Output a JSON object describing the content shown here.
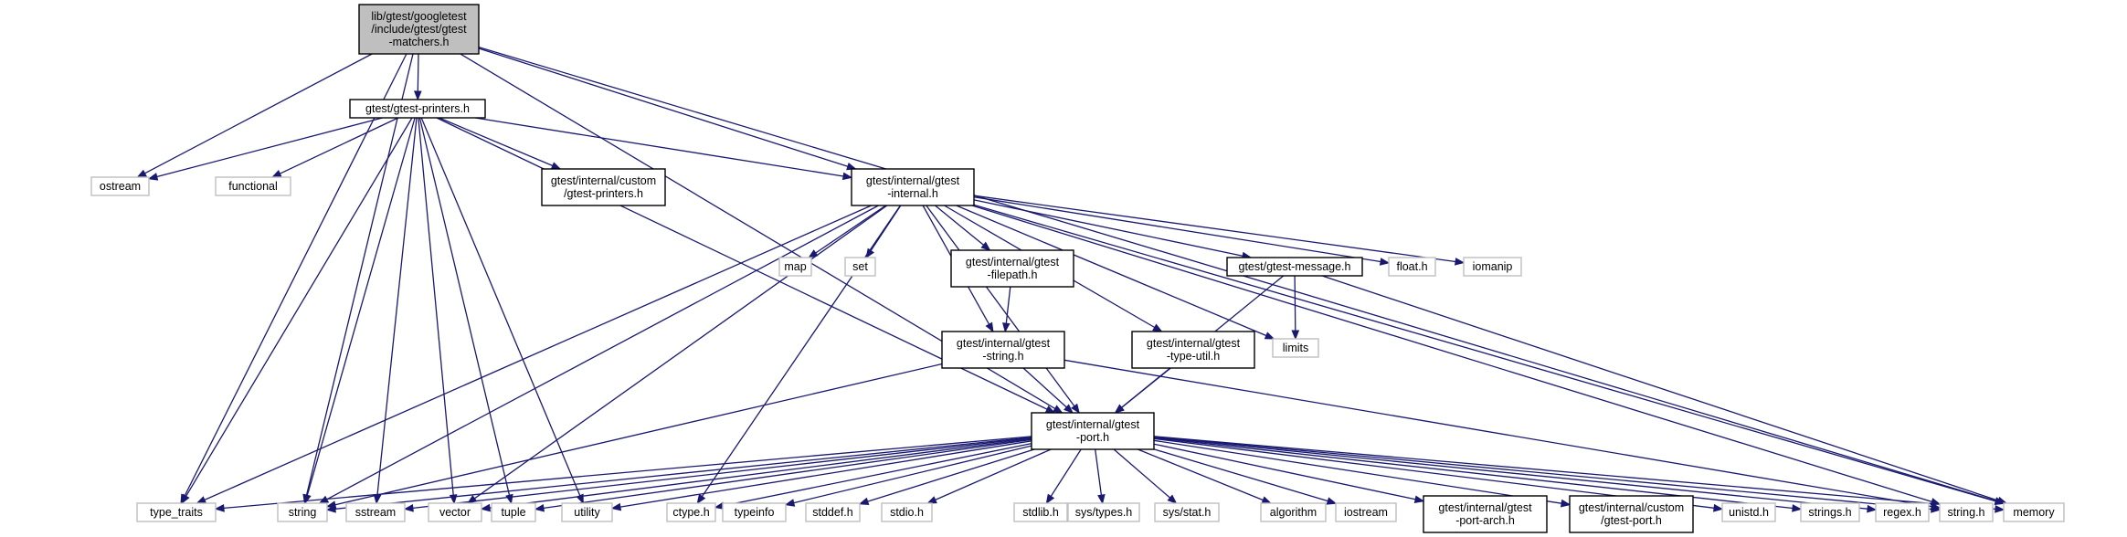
{
  "colors": {
    "edge": "#191970",
    "root_fill": "#bfbfbf",
    "root_border": "#000000",
    "documented_border": "#000000",
    "system_border": "#bfbfbf",
    "system_text": "#7f7f7f",
    "node_fill": "#ffffff"
  },
  "nodes": [
    {
      "id": "root",
      "kind": "root",
      "lines": [
        "lib/gtest/googletest",
        "/include/gtest/gtest",
        "-matchers.h"
      ]
    },
    {
      "id": "printers",
      "kind": "documented",
      "lines": [
        "gtest/gtest-printers.h"
      ]
    },
    {
      "id": "internal",
      "kind": "documented",
      "lines": [
        "gtest/internal/gtest",
        "-internal.h"
      ]
    },
    {
      "id": "cprinters",
      "kind": "documented",
      "lines": [
        "gtest/internal/custom",
        "/gtest-printers.h"
      ]
    },
    {
      "id": "ostream",
      "kind": "system",
      "lines": [
        "ostream"
      ]
    },
    {
      "id": "functional",
      "kind": "system",
      "lines": [
        "functional"
      ]
    },
    {
      "id": "map",
      "kind": "system",
      "lines": [
        "map"
      ]
    },
    {
      "id": "set",
      "kind": "system",
      "lines": [
        "set"
      ]
    },
    {
      "id": "filepath",
      "kind": "documented",
      "lines": [
        "gtest/internal/gtest",
        "-filepath.h"
      ]
    },
    {
      "id": "message",
      "kind": "documented",
      "lines": [
        "gtest/gtest-message.h"
      ]
    },
    {
      "id": "float",
      "kind": "system",
      "lines": [
        "float.h"
      ]
    },
    {
      "id": "iomanip",
      "kind": "system",
      "lines": [
        "iomanip"
      ]
    },
    {
      "id": "istring",
      "kind": "documented",
      "lines": [
        "gtest/internal/gtest",
        "-string.h"
      ]
    },
    {
      "id": "typeutil",
      "kind": "documented",
      "lines": [
        "gtest/internal/gtest",
        "-type-util.h"
      ]
    },
    {
      "id": "limits",
      "kind": "system",
      "lines": [
        "limits"
      ]
    },
    {
      "id": "port",
      "kind": "documented",
      "lines": [
        "gtest/internal/gtest",
        "-port.h"
      ]
    },
    {
      "id": "type_traits",
      "kind": "system",
      "lines": [
        "type_traits"
      ]
    },
    {
      "id": "string",
      "kind": "system",
      "lines": [
        "string"
      ]
    },
    {
      "id": "sstream",
      "kind": "system",
      "lines": [
        "sstream"
      ]
    },
    {
      "id": "vector",
      "kind": "system",
      "lines": [
        "vector"
      ]
    },
    {
      "id": "tuple",
      "kind": "system",
      "lines": [
        "tuple"
      ]
    },
    {
      "id": "utility",
      "kind": "system",
      "lines": [
        "utility"
      ]
    },
    {
      "id": "ctype",
      "kind": "system",
      "lines": [
        "ctype.h"
      ]
    },
    {
      "id": "typeinfo",
      "kind": "system",
      "lines": [
        "typeinfo"
      ]
    },
    {
      "id": "stddef",
      "kind": "system",
      "lines": [
        "stddef.h"
      ]
    },
    {
      "id": "stdio",
      "kind": "system",
      "lines": [
        "stdio.h"
      ]
    },
    {
      "id": "stdlib",
      "kind": "system",
      "lines": [
        "stdlib.h"
      ]
    },
    {
      "id": "systypes",
      "kind": "system",
      "lines": [
        "sys/types.h"
      ]
    },
    {
      "id": "sysstat",
      "kind": "system",
      "lines": [
        "sys/stat.h"
      ]
    },
    {
      "id": "algorithm",
      "kind": "system",
      "lines": [
        "algorithm"
      ]
    },
    {
      "id": "iostream",
      "kind": "system",
      "lines": [
        "iostream"
      ]
    },
    {
      "id": "portarch",
      "kind": "documented",
      "lines": [
        "gtest/internal/gtest",
        "-port-arch.h"
      ]
    },
    {
      "id": "cport",
      "kind": "documented",
      "lines": [
        "gtest/internal/custom",
        "/gtest-port.h"
      ]
    },
    {
      "id": "unistd",
      "kind": "system",
      "lines": [
        "unistd.h"
      ]
    },
    {
      "id": "strings",
      "kind": "system",
      "lines": [
        "strings.h"
      ]
    },
    {
      "id": "regex",
      "kind": "system",
      "lines": [
        "regex.h"
      ]
    },
    {
      "id": "stringh",
      "kind": "system",
      "lines": [
        "string.h"
      ]
    },
    {
      "id": "memory",
      "kind": "system",
      "lines": [
        "memory"
      ]
    }
  ],
  "edges": [
    [
      "root",
      "printers"
    ],
    [
      "root",
      "internal"
    ],
    [
      "root",
      "ostream"
    ],
    [
      "root",
      "string"
    ],
    [
      "root",
      "type_traits"
    ],
    [
      "root",
      "port"
    ],
    [
      "root",
      "memory"
    ],
    [
      "printers",
      "ostream"
    ],
    [
      "printers",
      "functional"
    ],
    [
      "printers",
      "cprinters"
    ],
    [
      "printers",
      "internal"
    ],
    [
      "printers",
      "port"
    ],
    [
      "printers",
      "type_traits"
    ],
    [
      "printers",
      "string"
    ],
    [
      "printers",
      "sstream"
    ],
    [
      "printers",
      "vector"
    ],
    [
      "printers",
      "tuple"
    ],
    [
      "printers",
      "utility"
    ],
    [
      "internal",
      "map"
    ],
    [
      "internal",
      "set"
    ],
    [
      "internal",
      "filepath"
    ],
    [
      "internal",
      "message"
    ],
    [
      "internal",
      "float"
    ],
    [
      "internal",
      "iomanip"
    ],
    [
      "internal",
      "istring"
    ],
    [
      "internal",
      "typeutil"
    ],
    [
      "internal",
      "limits"
    ],
    [
      "internal",
      "port"
    ],
    [
      "internal",
      "type_traits"
    ],
    [
      "internal",
      "string"
    ],
    [
      "internal",
      "vector"
    ],
    [
      "internal",
      "ctype"
    ],
    [
      "internal",
      "stringh"
    ],
    [
      "internal",
      "memory"
    ],
    [
      "filepath",
      "istring"
    ],
    [
      "message",
      "limits"
    ],
    [
      "message",
      "port"
    ],
    [
      "message",
      "memory"
    ],
    [
      "istring",
      "port"
    ],
    [
      "istring",
      "string"
    ],
    [
      "istring",
      "stringh"
    ],
    [
      "typeutil",
      "port"
    ],
    [
      "port",
      "type_traits"
    ],
    [
      "port",
      "string"
    ],
    [
      "port",
      "sstream"
    ],
    [
      "port",
      "vector"
    ],
    [
      "port",
      "tuple"
    ],
    [
      "port",
      "utility"
    ],
    [
      "port",
      "ctype"
    ],
    [
      "port",
      "typeinfo"
    ],
    [
      "port",
      "stddef"
    ],
    [
      "port",
      "stdio"
    ],
    [
      "port",
      "stdlib"
    ],
    [
      "port",
      "systypes"
    ],
    [
      "port",
      "sysstat"
    ],
    [
      "port",
      "algorithm"
    ],
    [
      "port",
      "iostream"
    ],
    [
      "port",
      "portarch"
    ],
    [
      "port",
      "cport"
    ],
    [
      "port",
      "unistd"
    ],
    [
      "port",
      "strings"
    ],
    [
      "port",
      "regex"
    ],
    [
      "port",
      "stringh"
    ],
    [
      "port",
      "memory"
    ]
  ]
}
